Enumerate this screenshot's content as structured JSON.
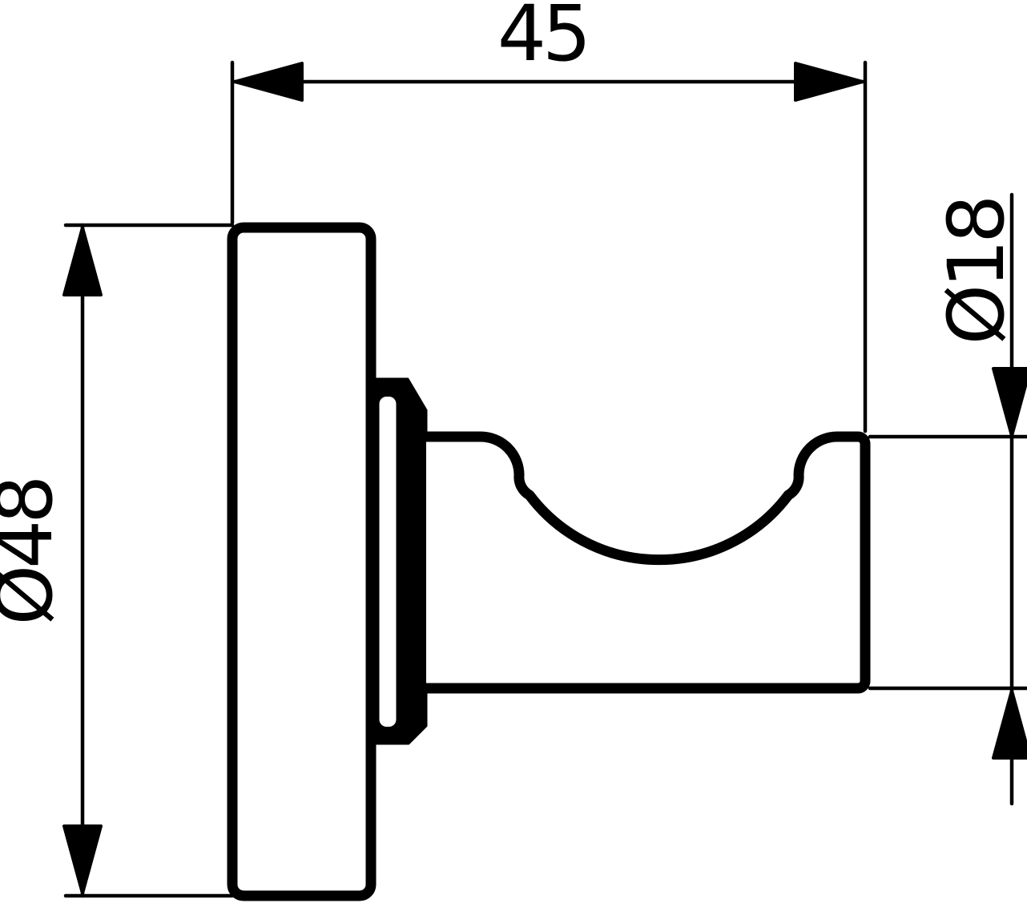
{
  "page": {
    "background": "#ffffff",
    "line_color": "#000000",
    "kind": "technical dimension drawing",
    "subject": "wall hook, side profile view"
  },
  "dimensions": {
    "projection_width": {
      "label": "45",
      "value": 45,
      "orientation": "horizontal",
      "position": "top"
    },
    "plate_diameter": {
      "label": "Ø48",
      "value": 48,
      "orientation": "vertical-rotated",
      "position": "left"
    },
    "hook_diameter": {
      "label": "Ø18",
      "value": 18,
      "orientation": "vertical-rotated",
      "position": "right"
    }
  }
}
